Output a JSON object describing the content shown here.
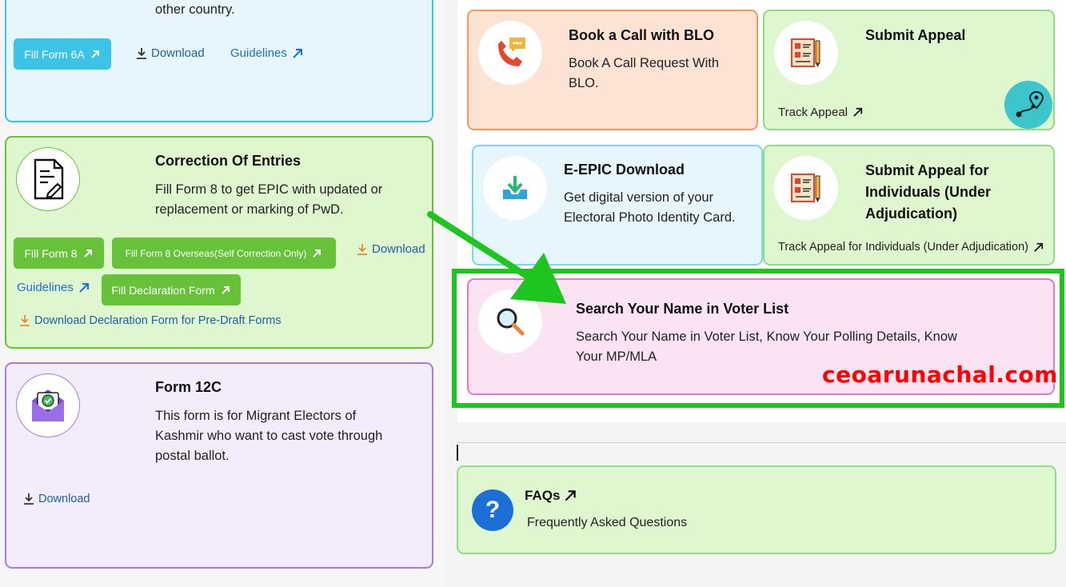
{
  "left": {
    "top_card": {
      "desc_tail": "other country.",
      "fill_button": "Fill Form 6A",
      "download": "Download",
      "guidelines": "Guidelines"
    },
    "correction_card": {
      "title": "Correction Of Entries",
      "desc": "Fill Form 8 to get EPIC with updated or replacement or marking of PwD.",
      "fill_form8": "Fill Form 8",
      "fill_form8_overseas": "Fill Form 8 Overseas(Self Correction Only)",
      "download": "Download",
      "guidelines": "Guidelines",
      "fill_declaration": "Fill Declaration Form",
      "download_declaration": "Download Declaration Form for Pre-Draft Forms"
    },
    "form12c_card": {
      "title": "Form 12C",
      "desc": "This form is for Migrant Electors of Kashmir who want to cast vote through postal ballot.",
      "download": "Download"
    }
  },
  "right": {
    "blo_card": {
      "title": "Book a Call with BLO",
      "desc": "Book A Call Request With BLO."
    },
    "appeal_card": {
      "title": "Submit Appeal",
      "link": "Track Appeal"
    },
    "epic_card": {
      "title": "E-EPIC Download",
      "desc": "Get digital version of your Electoral Photo Identity Card."
    },
    "appeal_individuals_card": {
      "title": "Submit Appeal for Individuals (Under Adjudication)",
      "link": "Track Appeal for Individuals (Under Adjudication)"
    },
    "search_card": {
      "title": "Search Your Name in Voter List",
      "desc": "Search Your Name in Voter List, Know Your Polling Details, Know Your MP/MLA",
      "watermark": "ceoarunachal.com"
    },
    "faq_card": {
      "title": "FAQs",
      "desc": "Frequently Asked Questions",
      "icon_glyph": "?"
    }
  },
  "colors": {
    "blue_border": "#3cc3e8",
    "blue_bg": "#e6f6fc",
    "green_border": "#67c23a",
    "green_bg": "#def7cf",
    "purple_border": "#a87ae6",
    "purple_bg": "#f3ecfd",
    "orange_border": "#f09a5c",
    "orange_bg": "#fde3d3",
    "pink_border": "#e07ac8",
    "pink_bg": "#fbe3f3",
    "highlight_green": "#1ec51e",
    "watermark_red": "#ff0000",
    "button_green": "#67c23a",
    "button_blue": "#3cc3e8",
    "link_blue": "#1d6fd8"
  }
}
